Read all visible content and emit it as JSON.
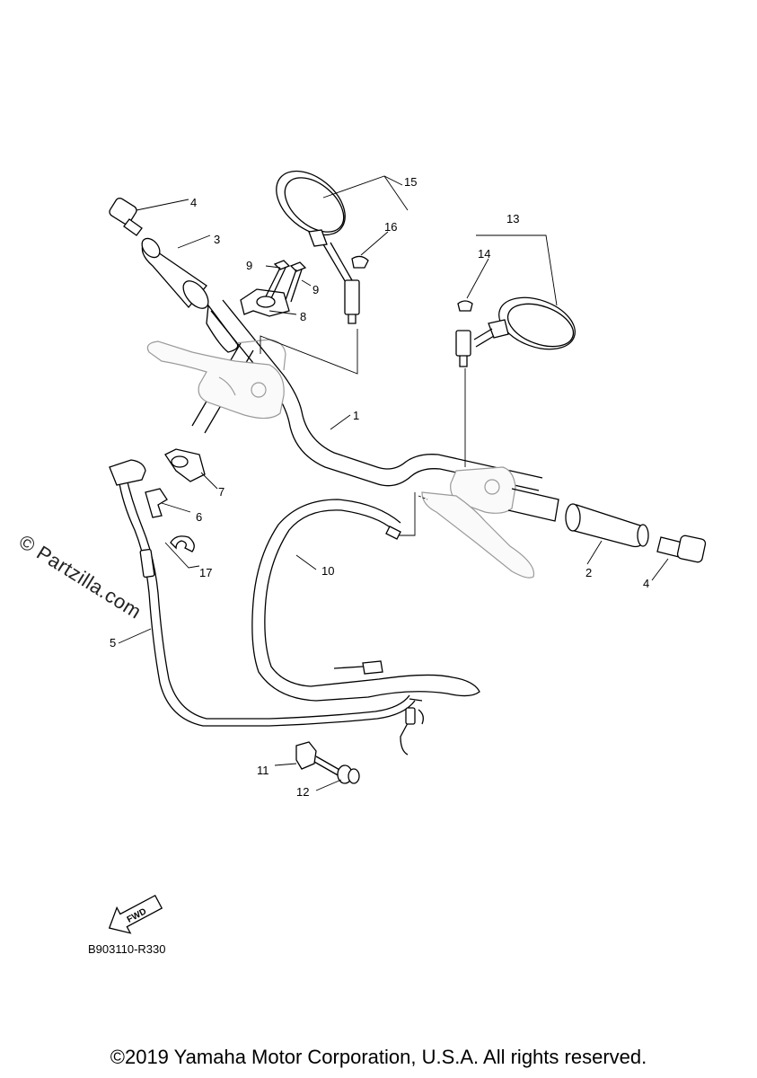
{
  "diagram": {
    "callouts": [
      "1",
      "2",
      "3",
      "4",
      "4",
      "5",
      "6",
      "7",
      "8",
      "9",
      "9",
      "10",
      "11",
      "12",
      "13",
      "14",
      "15",
      "16",
      "17"
    ],
    "fwd_label": "FWD",
    "code": "B903110-R330"
  },
  "watermark": "© Partzilla.com",
  "footer": {
    "copyright": "©2019 Yamaha Motor Corporation, U.S.A. All rights reserved."
  }
}
